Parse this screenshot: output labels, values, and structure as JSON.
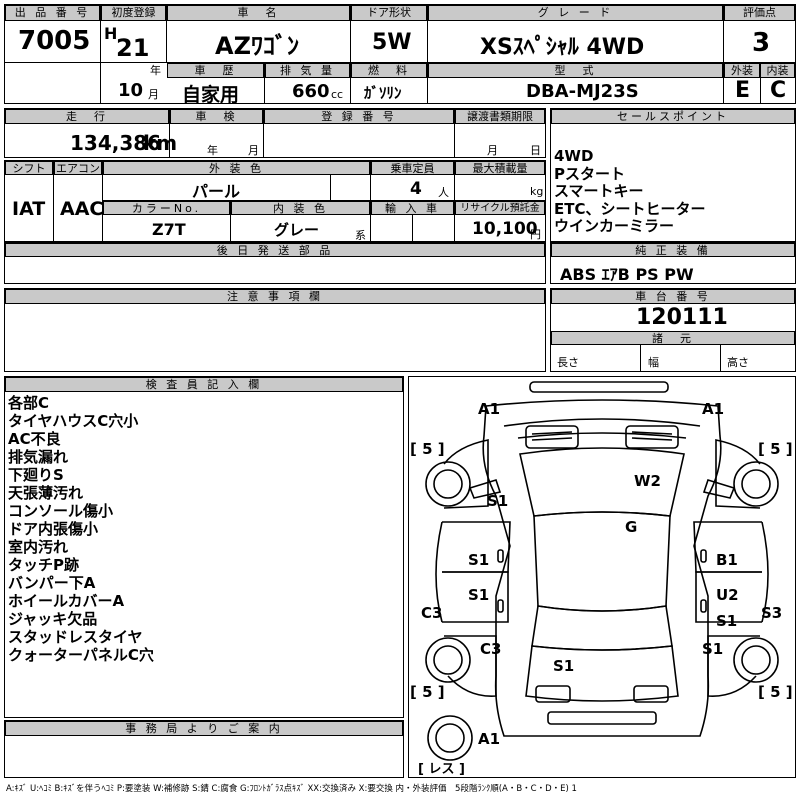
{
  "header": {
    "lot_no_label": "出 品 番 号",
    "lot_no": "7005",
    "first_reg_label": "初度登録",
    "era": "H",
    "year": "21",
    "year_unit": "年",
    "month": "10",
    "month_unit": "月",
    "car_name_label": "車　名",
    "car_name": "AZﾜｺﾞﾝ",
    "door_label": "ドア形状",
    "doors": "5W",
    "grade_label": "グ レ ー ド",
    "grade": "XSｽﾍﾟｼｬﾙ 4WD",
    "score_label": "評価点",
    "score": "3",
    "history_label": "車　歴",
    "history": "自家用",
    "displacement_label": "排 気 量",
    "displacement": "660",
    "displacement_unit": "cc",
    "fuel_label": "燃　料",
    "fuel": "ｶﾞｿﾘﾝ",
    "model_label": "型　式",
    "model": "DBA-MJ23S",
    "exterior_label": "外装",
    "exterior": "E",
    "interior_label": "内装",
    "interior": "C"
  },
  "row2": {
    "mileage_label": "走　行",
    "mileage": "134,386",
    "mileage_unit": "km",
    "inspection_label": "車　検",
    "insp_year_unit": "年",
    "insp_month_unit": "月",
    "reg_no_label": "登 録 番 号",
    "transfer_label": "譲渡書類期限",
    "transfer_month_unit": "月",
    "transfer_day_unit": "日",
    "sales_label": "セールスポイント",
    "sales_points": [
      "4WD",
      "Pスタート",
      "スマートキー",
      "ETC、シートヒーター",
      "ウインカーミラー"
    ]
  },
  "row3": {
    "shift_label": "シフト",
    "shift": "IAT",
    "aircon_label": "エアコン",
    "aircon": "AAC",
    "ext_color_label": "外 装 色",
    "ext_color": "パール",
    "capacity_label": "乗車定員",
    "capacity": "4",
    "capacity_unit": "人",
    "load_label": "最大積載量",
    "load_unit": "kg",
    "color_no_label": "カラーNo.",
    "color_no": "Z7T",
    "int_color_label": "内 装 色",
    "int_color": "グレー",
    "int_color_unit": "系",
    "import_label": "輸 入 車",
    "recycle_label": "リサイクル預託金",
    "recycle": "10,100",
    "recycle_unit": "円"
  },
  "later_parts_label": "後 日 発 送 部 品",
  "equipment_label": "純 正 装 備",
  "equipment": "ABS ｴｱB PS PW",
  "notes_label": "注 意 事 項 欄",
  "chassis_label": "車 台 番 号",
  "chassis_no": "120111",
  "specs_label": "諸　元",
  "length_label": "長さ",
  "width_label": "幅",
  "height_label": "高さ",
  "inspector_label": "検 査 員 記 入 欄",
  "inspector_notes": [
    "各部C",
    "タイヤハウスC穴小",
    "AC不良",
    "排気漏れ",
    "下廻りS",
    "天張薄汚れ",
    "コンソール傷小",
    "ドア内張傷小",
    "室内汚れ",
    "タッチP跡",
    "バンパー下A",
    "ホイールカバーA",
    "ジャッキ欠品",
    "スタッドレスタイヤ",
    "クォーターパネルC穴"
  ],
  "office_label": "事 務 局 よ り ご 案 内",
  "diagram": {
    "front_left": "A1",
    "front_right": "A1",
    "tread_fl": "[ 5 ]",
    "tread_fr": "[ 5 ]",
    "tread_rl": "[ 5 ]",
    "tread_rr": "[ 5 ]",
    "windshield": "W2",
    "left_front_fender": "S1",
    "roof": "G",
    "left_front_door": "S1",
    "right_front_door": "B1",
    "left_rear_door": "S1",
    "right_rear_door_u": "U2",
    "right_rear_door_s": "S1",
    "left_sill": "C3",
    "right_sill": "S3",
    "left_quarter": "C3",
    "right_quarter": "S1",
    "back_door": "S1",
    "rear_bumper": "A1",
    "spare": "[ レス ]"
  },
  "legend": "A:ｷｽﾞ  U:ﾍｺﾐ  B:ｷｽﾞを伴うﾍｺﾐ  P:要塗装  W:補修跡  S:錆  C:腐食  G:ﾌﾛﾝﾄｶﾞﾗｽ点ｷｽﾞ  XX:交換済み  X:要交換    内・外装評価　5段階ﾗﾝｸ順(A・B・C・D・E)  1"
}
